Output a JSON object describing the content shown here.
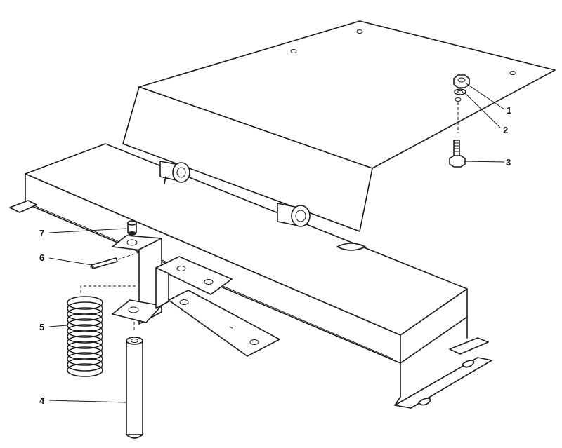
{
  "callouts": [
    {
      "id": "1",
      "label": "1"
    },
    {
      "id": "2",
      "label": "2"
    },
    {
      "id": "3",
      "label": "3"
    },
    {
      "id": "4",
      "label": "4"
    },
    {
      "id": "5",
      "label": "5"
    },
    {
      "id": "6",
      "label": "6"
    },
    {
      "id": "7",
      "label": "7"
    }
  ],
  "colors": {
    "line": "#1a1a1a",
    "background": "#ffffff"
  },
  "icons": [
    "nut",
    "lock-washer",
    "bolt",
    "pivot-pin",
    "compression-spring",
    "roll-pin",
    "set-screw",
    "hinged-cover",
    "base-frame",
    "spring-bracket",
    "mounting-strap"
  ]
}
